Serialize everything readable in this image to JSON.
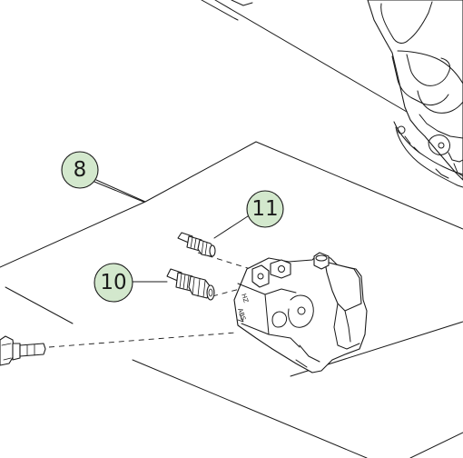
{
  "callouts": [
    {
      "id": "8",
      "label": "8"
    },
    {
      "id": "11",
      "label": "11"
    },
    {
      "id": "10",
      "label": "10"
    }
  ],
  "colors": {
    "callout_fill": "#d3e8cd",
    "line": "#1a1a1a",
    "background": "#ffffff"
  },
  "parts": {
    "upper_assembly": "frame-bracket",
    "modulator": "abs-hydraulic-unit",
    "fitting_small": "brake-line-fitting",
    "fitting_large": "brake-line-fitting",
    "bolt": "mounting-bolt"
  }
}
